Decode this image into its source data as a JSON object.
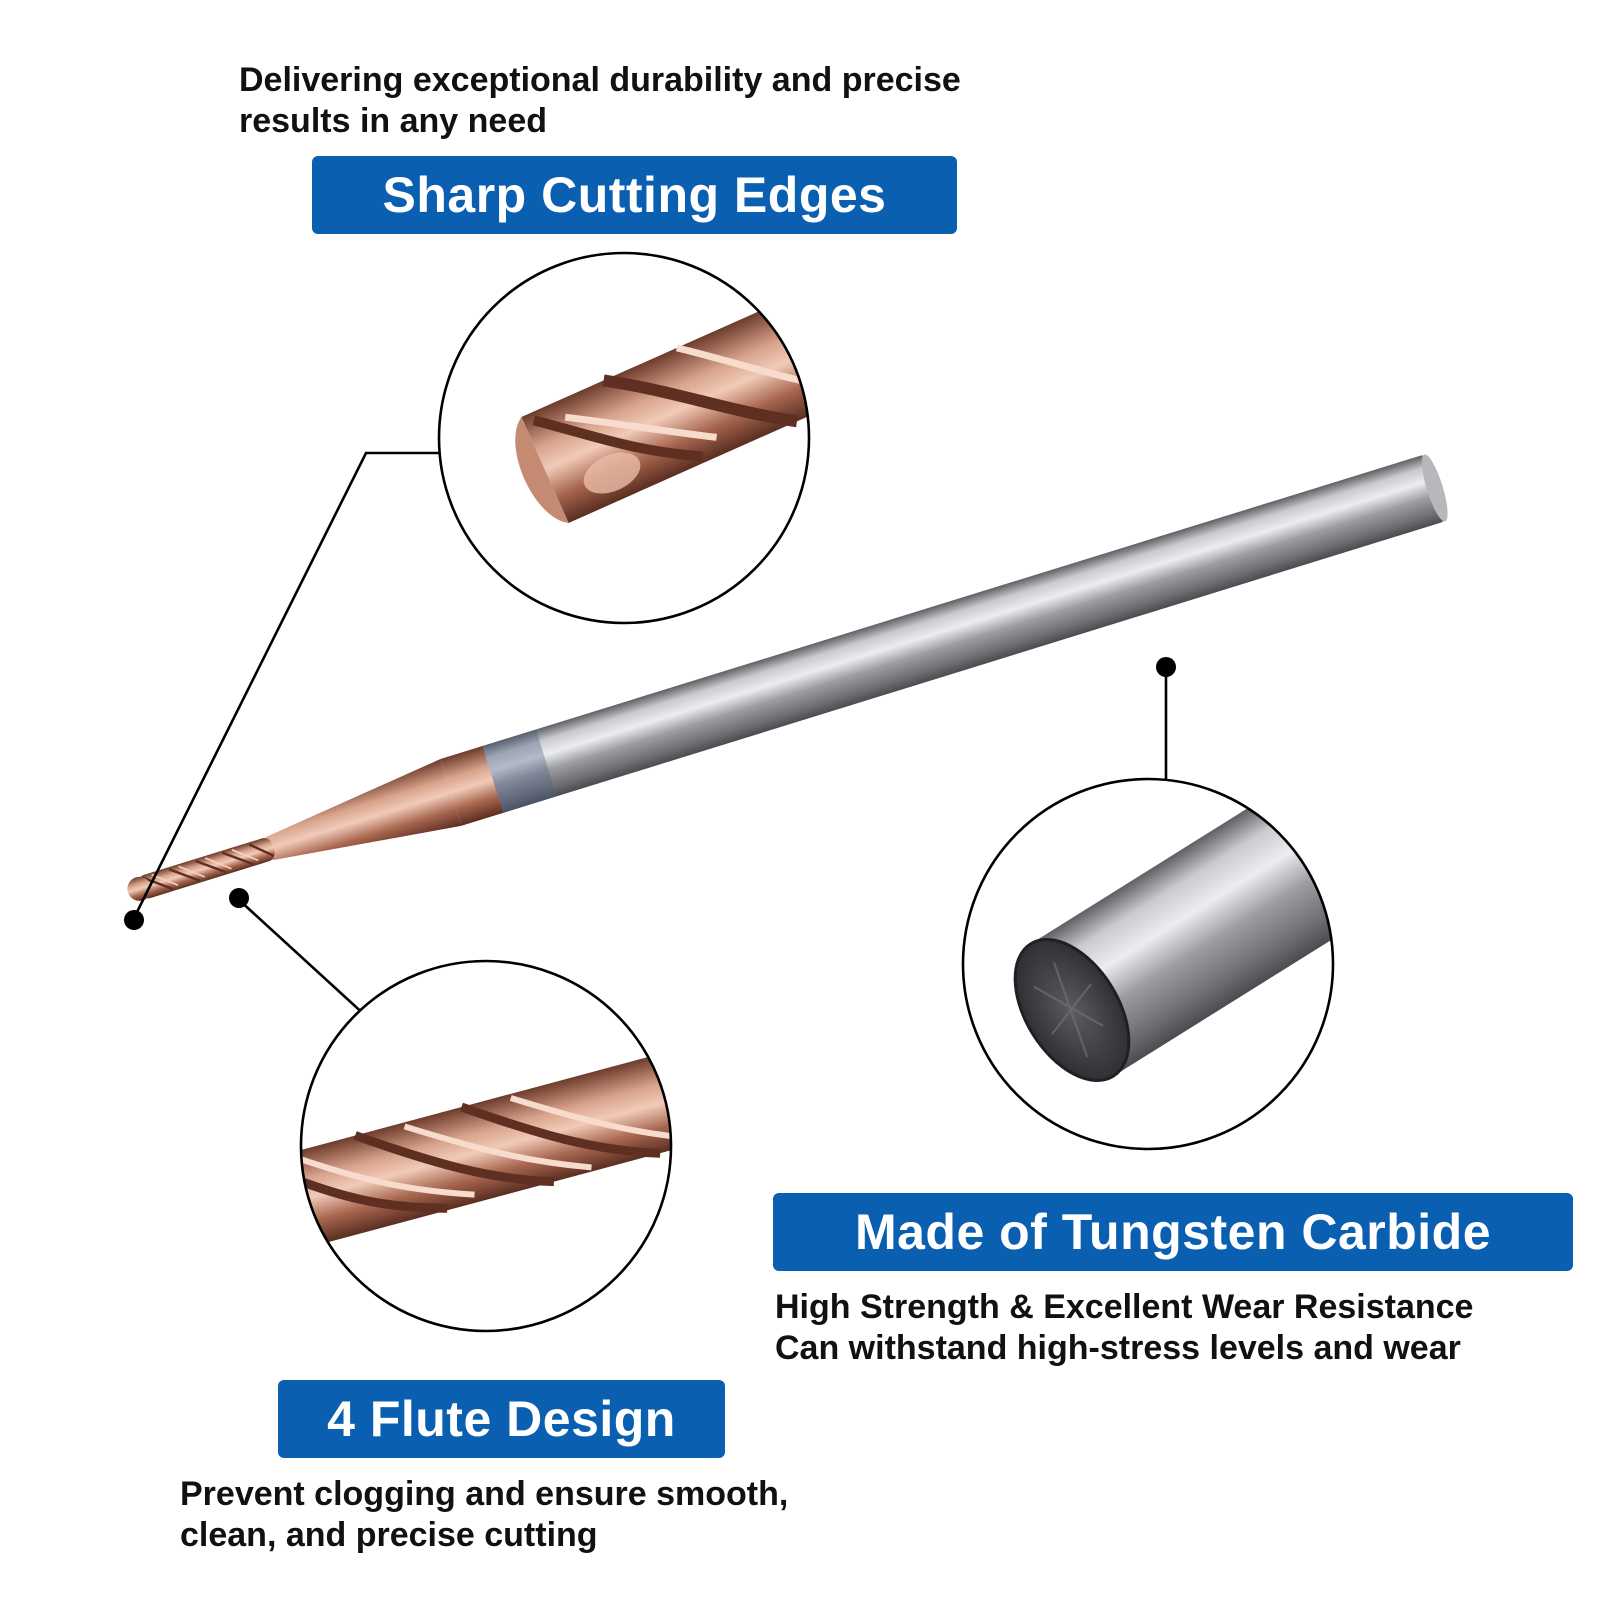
{
  "colors": {
    "banner_blue": "#0a5fb1",
    "copper": "#b87d66",
    "carbide": "#8d8f93",
    "callout_line": "#000000"
  },
  "top": {
    "caption": [
      "Delivering exceptional durability and precise",
      "results in any need"
    ],
    "banner": "Sharp Cutting Edges"
  },
  "flute": {
    "banner": "4 Flute Design",
    "caption": [
      "Prevent clogging and ensure smooth,",
      "clean, and precise cutting"
    ]
  },
  "material": {
    "banner": "Made of Tungsten Carbide",
    "caption": [
      "High Strength & Excellent Wear Resistance",
      "Can withstand high-stress levels and wear"
    ]
  },
  "icons": {
    "tip_detail": "ball-nose-tip-closeup",
    "flute_detail": "spiral-flute-closeup",
    "shank_detail": "carbide-shank-end-closeup",
    "product": "ball-nose-end-mill"
  }
}
